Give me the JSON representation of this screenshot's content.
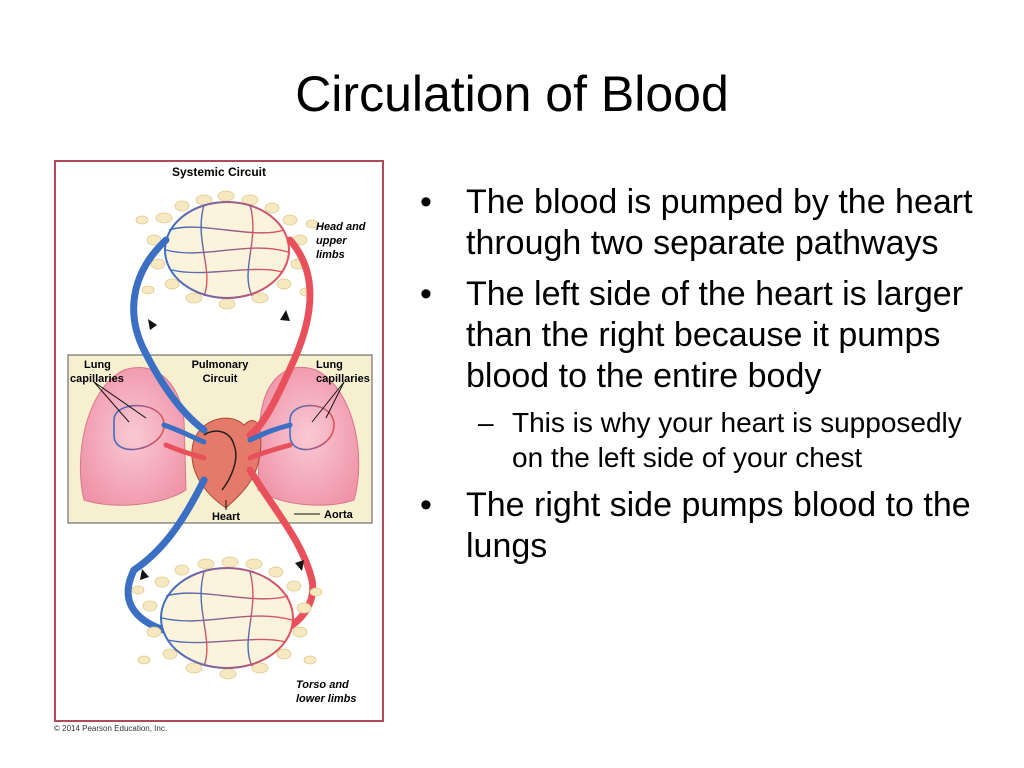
{
  "slide": {
    "title": "Circulation of Blood"
  },
  "figure": {
    "heading": "Systemic Circuit",
    "head_label_1": "Head and",
    "head_label_2": "upper",
    "head_label_3": "limbs",
    "pulmonary_1": "Pulmonary",
    "pulmonary_2": "Circuit",
    "lung_left_1": "Lung",
    "lung_left_2": "capillaries",
    "lung_right_1": "Lung",
    "lung_right_2": "capillaries",
    "heart_label": "Heart",
    "aorta_label": "Aorta",
    "torso_label_1": "Torso and",
    "torso_label_2": "lower limbs",
    "copyright": "© 2014 Pearson Education, Inc.",
    "colors": {
      "artery": "#e8505b",
      "vein": "#3a6fc4",
      "frame": "#b04a5a",
      "tissue": "#f6e9c2",
      "lung": "#f3a6b8",
      "panel": "#f7f0d0"
    }
  },
  "bullets": [
    {
      "text": "The blood is pumped by the heart through two separate pathways"
    },
    {
      "text": "The left side of the heart is larger than the right because it pumps blood to the entire body"
    },
    {
      "text": "The right side pumps blood to the lungs"
    }
  ],
  "sub_bullets": [
    {
      "text": "This is why your heart is supposedly on the left side of your chest"
    }
  ],
  "markers": {
    "bullet": "•",
    "dash": "–"
  }
}
